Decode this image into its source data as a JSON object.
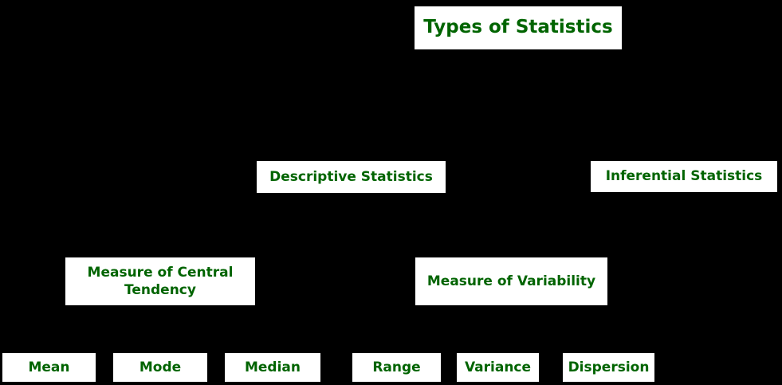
{
  "colors": {
    "background": "#000000",
    "box": "#ffffff",
    "label": "#006400"
  },
  "diagram": {
    "type": "hierarchy-tree",
    "levels": [
      {
        "name": "title",
        "nodes": [
          {
            "label": "Types of Statistics"
          }
        ]
      },
      {
        "name": "statistics-branches",
        "nodes": [
          {
            "label": "Descriptive Statistics"
          },
          {
            "label": "Inferential Statistics"
          }
        ]
      },
      {
        "name": "measures",
        "nodes": [
          {
            "label": "Measure of Central Tendency"
          },
          {
            "label": "Measure of Variability"
          }
        ]
      },
      {
        "name": "leaves",
        "nodes": [
          {
            "label": "Mean"
          },
          {
            "label": "Mode"
          },
          {
            "label": "Median"
          },
          {
            "label": "Range"
          },
          {
            "label": "Variance"
          },
          {
            "label": "Dispersion"
          }
        ]
      }
    ]
  }
}
